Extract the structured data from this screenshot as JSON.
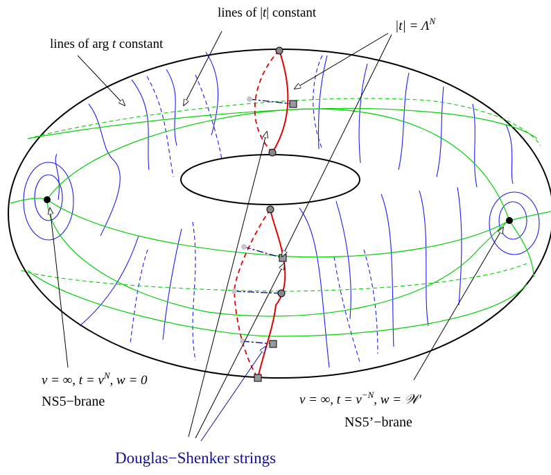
{
  "labels": {
    "abs_t_constant": {
      "prefix": "lines of |",
      "var": "t",
      "suffix": "| constant"
    },
    "arg_t_constant": {
      "prefix": "lines of arg",
      "var": "t",
      "suffix": "constant"
    },
    "abs_t_equals": {
      "text": "|t| = Λ",
      "sup": "N"
    },
    "ns5_condition": {
      "pre": "v = ∞, t = v",
      "sup": "N",
      "post": ", w = 0"
    },
    "ns5_name": "NS5−brane",
    "ns5prime_condition": {
      "pre": "v = ∞, t = v",
      "sup": "−N",
      "post": ", w = 𝒲′"
    },
    "ns5prime_name": "NS5’−brane",
    "strings_name": "Douglas−Shenker strings"
  },
  "colors": {
    "outline": "#000000",
    "arg_lines": "#1a1aff",
    "abs_lines": "#00d000",
    "strings": "#e00000",
    "string_label": "#10109a",
    "marker_fill": "#999999",
    "endpoint_fill": "#888888"
  }
}
